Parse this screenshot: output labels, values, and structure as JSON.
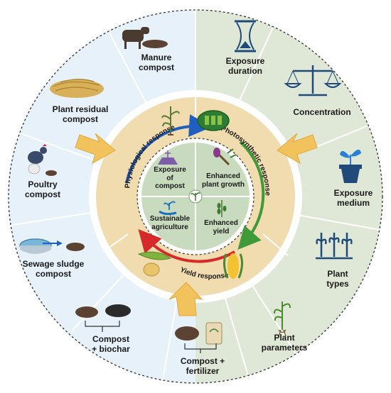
{
  "left_sources": [
    {
      "id": "manure",
      "label": "Manure\ncompost",
      "icon": "cow-icon"
    },
    {
      "id": "plant_residual",
      "label": "Plant residual\ncompost",
      "icon": "straw-icon"
    },
    {
      "id": "poultry",
      "label": "Poultry\ncompost",
      "icon": "hen-icon"
    },
    {
      "id": "sewage",
      "label": "Sewage sludge\ncompost",
      "icon": "tank-icon"
    },
    {
      "id": "biochar",
      "label": "Compost\n+ biochar",
      "icon": "compost-heap-icon"
    },
    {
      "id": "fertilizer",
      "label": "Compost +\nfertilizer",
      "icon": "fertilizer-bag-icon"
    }
  ],
  "right_factors": [
    {
      "id": "duration",
      "label": "Exposure\nduration",
      "icon": "hourglass-icon"
    },
    {
      "id": "concentration",
      "label": "Concentration",
      "icon": "scale-icon"
    },
    {
      "id": "medium",
      "label": "Exposure\nmedium",
      "icon": "potted-plant-icon"
    },
    {
      "id": "types",
      "label": "Plant\ntypes",
      "icon": "plants-icon"
    },
    {
      "id": "parameters",
      "label": "Plant\nparameters",
      "icon": "seedling-icon"
    }
  ],
  "ring_labels": {
    "physiological": "Physiological response",
    "photosynthetic": "Photosynthetic response",
    "yield": "Yield response"
  },
  "center": {
    "top_left": "Exposure\nof\ncompost",
    "top_right": "Enhanced\nplant growth",
    "bottom_left": "Sustainable\nagriculture",
    "bottom_right": "Enhanced\nyield"
  },
  "colors": {
    "left_bg": "#e7f1fa",
    "right_bg": "#dfe8d6",
    "ring": "#f0dcae",
    "center": "#c9dbbf",
    "arrow_blue": "#1f5fbf",
    "arrow_green": "#3f9a3a",
    "arrow_red": "#d62a2a",
    "arrow_yellow": "#f2c25c"
  }
}
